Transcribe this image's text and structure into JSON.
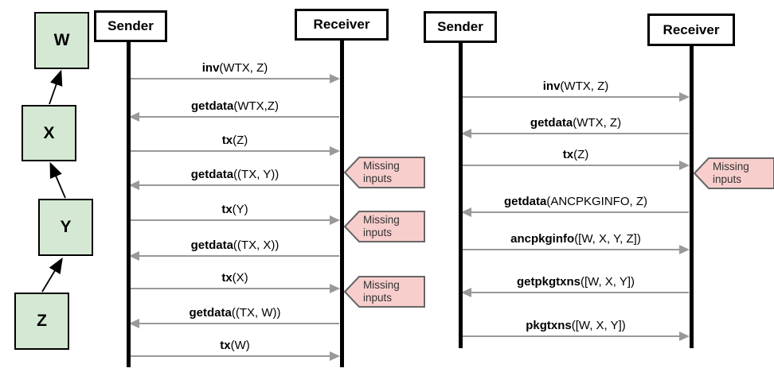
{
  "dependency_chain": {
    "nodes": [
      "W",
      "X",
      "Y",
      "Z"
    ]
  },
  "diagrams": [
    {
      "sender_label": "Sender",
      "receiver_label": "Receiver",
      "messages": [
        {
          "name": "inv",
          "args": "(WTX, Z)",
          "direction": "right",
          "missing_inputs": false
        },
        {
          "name": "getdata",
          "args": "(WTX,Z)",
          "direction": "left",
          "missing_inputs": false
        },
        {
          "name": "tx",
          "args": "(Z)",
          "direction": "right",
          "missing_inputs": true
        },
        {
          "name": "getdata",
          "args": "((TX, Y))",
          "direction": "left",
          "missing_inputs": false
        },
        {
          "name": "tx",
          "args": "(Y)",
          "direction": "right",
          "missing_inputs": true
        },
        {
          "name": "getdata",
          "args": "((TX, X))",
          "direction": "left",
          "missing_inputs": false
        },
        {
          "name": "tx",
          "args": "(X)",
          "direction": "right",
          "missing_inputs": true
        },
        {
          "name": "getdata",
          "args": "((TX, W))",
          "direction": "left",
          "missing_inputs": false
        },
        {
          "name": "tx",
          "args": "(W)",
          "direction": "right",
          "missing_inputs": false
        }
      ]
    },
    {
      "sender_label": "Sender",
      "receiver_label": "Receiver",
      "messages": [
        {
          "name": "inv",
          "args": "(WTX, Z)",
          "direction": "right",
          "missing_inputs": false
        },
        {
          "name": "getdata",
          "args": "(WTX, Z)",
          "direction": "left",
          "missing_inputs": false
        },
        {
          "name": "tx",
          "args": "(Z)",
          "direction": "right",
          "missing_inputs": true
        },
        {
          "name": "getdata",
          "args": "(ANCPKGINFO, Z)",
          "direction": "left",
          "missing_inputs": false
        },
        {
          "name": "ancpkginfo",
          "args": "([W, X, Y, Z])",
          "direction": "right",
          "missing_inputs": false
        },
        {
          "name": "getpkgtxns",
          "args": "([W, X, Y])",
          "direction": "left",
          "missing_inputs": false
        },
        {
          "name": "pkgtxns",
          "args": "([W, X, Y])",
          "direction": "right",
          "missing_inputs": false
        }
      ]
    }
  ],
  "missing_inputs_tag": {
    "line1": "Missing",
    "line2": "inputs"
  },
  "colors": {
    "node_fill": "#d5e8d4",
    "node_border": "#000000",
    "arrow": "#999999",
    "lifeline": "#000000",
    "tag_fill": "#f8cecc",
    "tag_border": "#666666"
  }
}
